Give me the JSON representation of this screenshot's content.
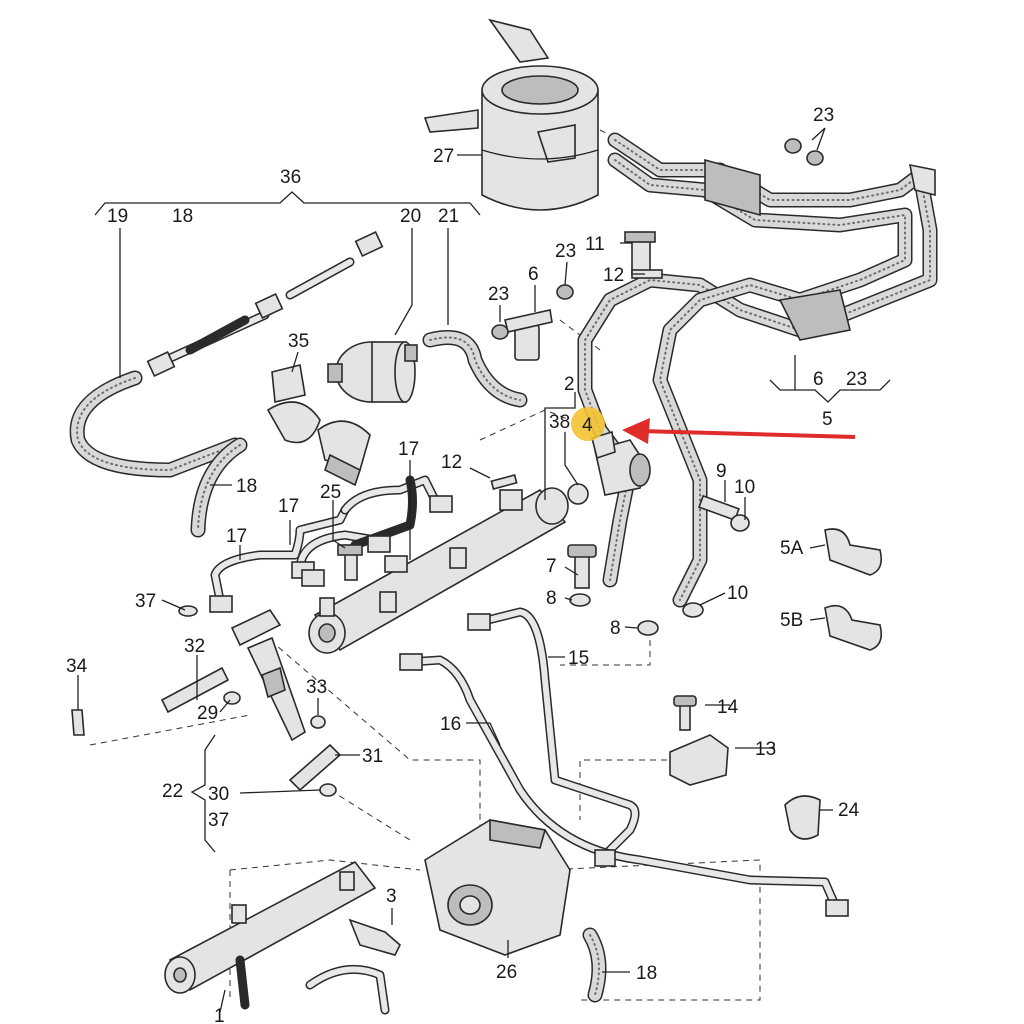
{
  "diagram": {
    "callouts": {
      "c1": "1",
      "c2": "2",
      "c3": "3",
      "c4": "4",
      "c5": "5",
      "c5a": "5A",
      "c5b": "5B",
      "c6a": "6",
      "c6b": "6",
      "c7": "7",
      "c8a": "8",
      "c8b": "8",
      "c9": "9",
      "c10a": "10",
      "c10b": "10",
      "c11": "11",
      "c12a": "12",
      "c12b": "12",
      "c13": "13",
      "c14": "14",
      "c15": "15",
      "c16": "16",
      "c17a": "17",
      "c17b": "17",
      "c17c": "17",
      "c18a": "18",
      "c18b": "18",
      "c18c": "18",
      "c19": "19",
      "c20": "20",
      "c21": "21",
      "c22": "22",
      "c23a": "23",
      "c23b": "23",
      "c23c": "23",
      "c23d": "23",
      "c24": "24",
      "c25": "25",
      "c26": "26",
      "c27": "27",
      "c29": "29",
      "c30": "30",
      "c31": "31",
      "c32": "32",
      "c33": "33",
      "c34": "34",
      "c35": "35",
      "c36": "36",
      "c37a": "37",
      "c37b": "37",
      "c38": "38"
    },
    "colors": {
      "highlight": "#f2c230",
      "arrow": "#e02b2b",
      "line": "#2a2a2a"
    }
  }
}
